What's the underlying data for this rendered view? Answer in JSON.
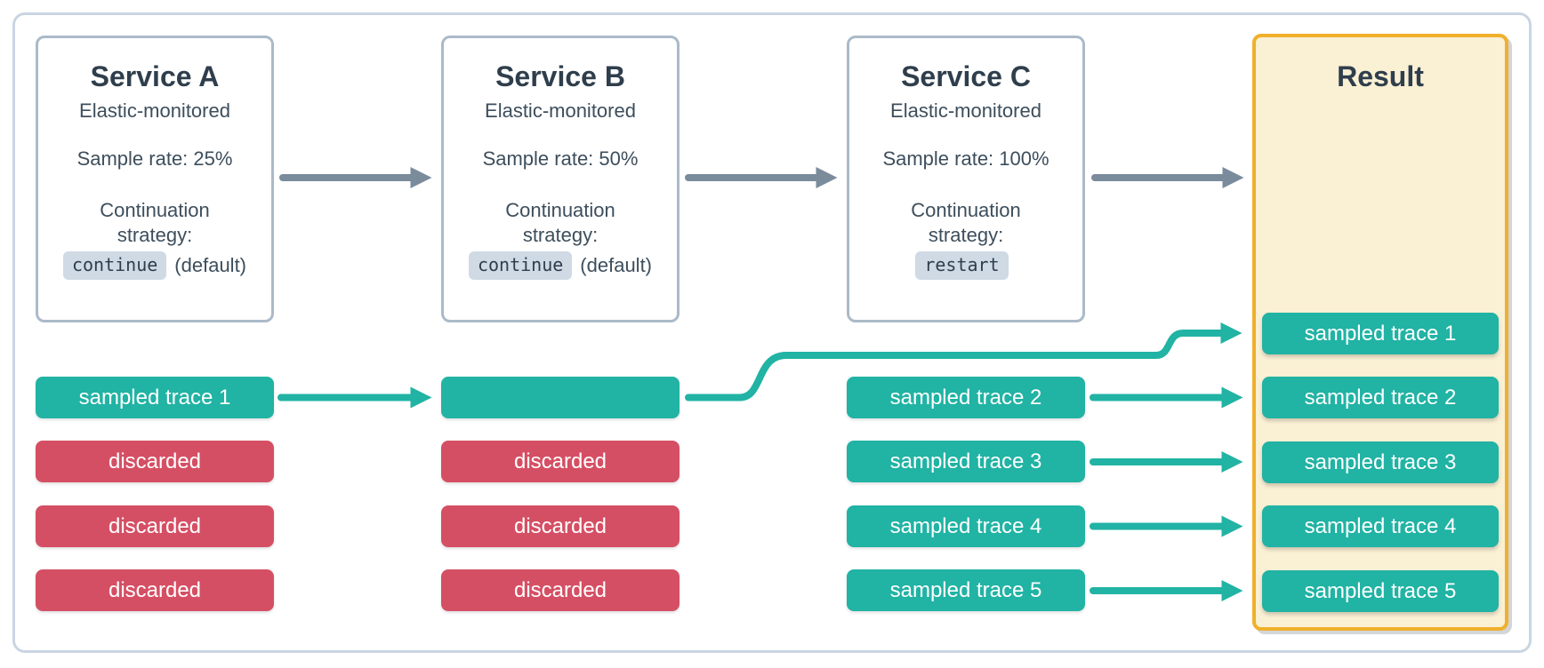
{
  "diagram": {
    "services": [
      {
        "name": "Service A",
        "monitoring": "Elastic-monitored",
        "sample_rate": "Sample rate: 25%",
        "continuation_label": "Continuation strategy:",
        "strategy_code": "continue",
        "strategy_note": "(default)"
      },
      {
        "name": "Service B",
        "monitoring": "Elastic-monitored",
        "sample_rate": "Sample rate: 50%",
        "continuation_label": "Continuation strategy:",
        "strategy_code": "continue",
        "strategy_note": "(default)"
      },
      {
        "name": "Service C",
        "monitoring": "Elastic-monitored",
        "sample_rate": "Sample rate: 100%",
        "continuation_label": "Continuation strategy:",
        "strategy_code": "restart",
        "strategy_note": ""
      }
    ],
    "columns": {
      "a": {
        "rows": [
          {
            "label": "sampled trace 1",
            "type": "sampled"
          },
          {
            "label": "discarded",
            "type": "discarded"
          },
          {
            "label": "discarded",
            "type": "discarded"
          },
          {
            "label": "discarded",
            "type": "discarded"
          }
        ]
      },
      "b": {
        "rows": [
          {
            "label": "",
            "type": "sampled"
          },
          {
            "label": "discarded",
            "type": "discarded"
          },
          {
            "label": "discarded",
            "type": "discarded"
          },
          {
            "label": "discarded",
            "type": "discarded"
          }
        ]
      },
      "c": {
        "rows": [
          {
            "label": "sampled trace 2",
            "type": "sampled"
          },
          {
            "label": "sampled trace 3",
            "type": "sampled"
          },
          {
            "label": "sampled trace 4",
            "type": "sampled"
          },
          {
            "label": "sampled trace 5",
            "type": "sampled"
          }
        ]
      }
    },
    "result": {
      "title": "Result",
      "rows": [
        "sampled trace 1",
        "sampled trace 2",
        "sampled trace 3",
        "sampled trace 4",
        "sampled trace 5"
      ]
    },
    "colors": {
      "sampled_teal": "#21b3a4",
      "discarded_red": "#d54f64",
      "flow_arrow_gray": "#7a8b9c",
      "result_border_yellow": "#f0b02c",
      "result_bg_cream": "#faf0d4",
      "service_border": "#abbac8",
      "outer_border": "#c9d5e2",
      "text_dark_slate": "#2f3e4c",
      "code_chip_bg": "#cfdae5"
    }
  }
}
